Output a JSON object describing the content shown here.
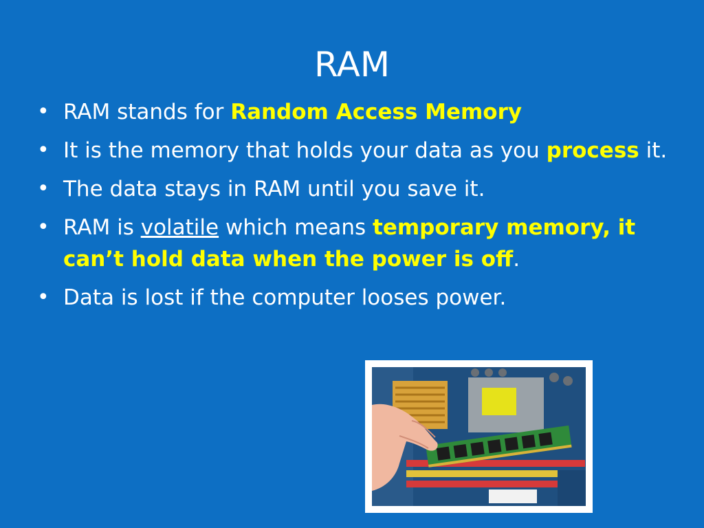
{
  "slide": {
    "title": "RAM",
    "bullets": [
      {
        "parts": [
          "RAM stands for ",
          "Random Access Memory"
        ]
      },
      {
        "parts": [
          "It is the memory that holds your data as you ",
          "process",
          " it."
        ]
      },
      {
        "parts": [
          "The data stays in RAM until you save it."
        ]
      },
      {
        "parts": [
          "RAM is ",
          "volatile",
          " which means ",
          "temporary memory",
          ", ",
          "it can’t hold data when the power is off",
          "."
        ]
      },
      {
        "parts": [
          "Data is lost if the computer looses power."
        ]
      }
    ],
    "colors": {
      "background": "#0d6fc4",
      "text": "#ffffff",
      "highlight": "#ffff00"
    },
    "image": {
      "description_icon": "ram-module-photo-icon"
    }
  }
}
